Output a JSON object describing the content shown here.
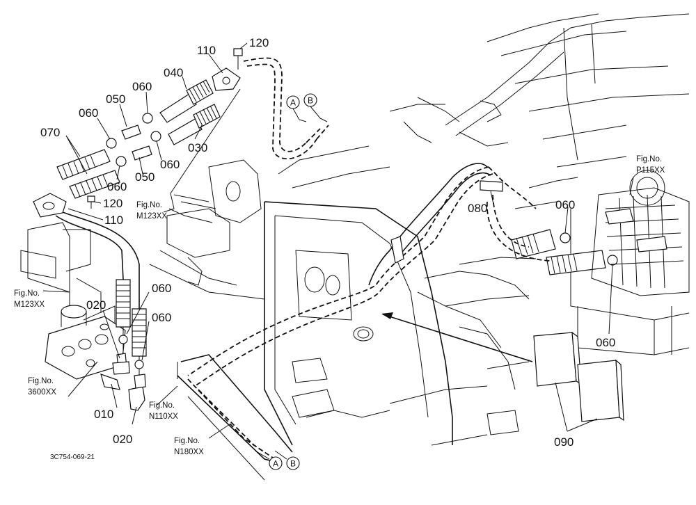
{
  "callouts": {
    "p120_top": "120",
    "p110_top": "110",
    "p040": "040",
    "p060_top": "060",
    "p050_top": "050",
    "p060_left": "060",
    "p070": "070",
    "p030": "030",
    "p060_mid": "060",
    "p060_low": "060",
    "p050_low": "050",
    "p120_mid": "120",
    "p110_mid": "110",
    "p080": "080",
    "p060_right": "060",
    "p060_rightlow": "060",
    "p060_hose1": "060",
    "p060_hose2": "060",
    "p020_top": "020",
    "p010": "010",
    "p020_bot": "020",
    "p090": "090"
  },
  "connectors": {
    "a_top": "A",
    "b_top": "B",
    "a_bot": "A",
    "b_bot": "B"
  },
  "figure_refs": {
    "m123_top": [
      "Fig.No.",
      "M123XX"
    ],
    "p115": [
      "Fig.No.",
      "P115XX"
    ],
    "m123_left": [
      "Fig.No.",
      "M123XX"
    ],
    "f3600": [
      "Fig.No.",
      "3600XX"
    ],
    "n110": [
      "Fig.No.",
      "N110XX"
    ],
    "n180": [
      "Fig.No.",
      "N180XX"
    ]
  },
  "drawing_code": "3C754-069-21"
}
